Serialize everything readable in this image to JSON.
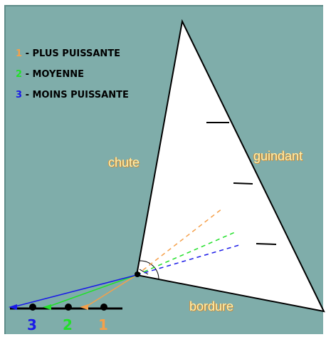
{
  "legend": [
    {
      "num": "1",
      "text": " - PLUS PUISSANTE",
      "color": "#f5a04a"
    },
    {
      "num": "2",
      "text": " - MOYENNE",
      "color": "#22e02a"
    },
    {
      "num": "3",
      "text": " - MOINS PUISSANTE",
      "color": "#1a1ae8"
    }
  ],
  "labels": {
    "chute": "chute",
    "guindant": "guindant",
    "bordure": "bordure"
  },
  "positions": [
    "3",
    "2",
    "1"
  ],
  "colors": {
    "background": "#7fadaa",
    "sail": "#ffffff",
    "line_1": "#f5a04a",
    "line_2": "#22e02a",
    "line_3": "#1a1ae8"
  }
}
